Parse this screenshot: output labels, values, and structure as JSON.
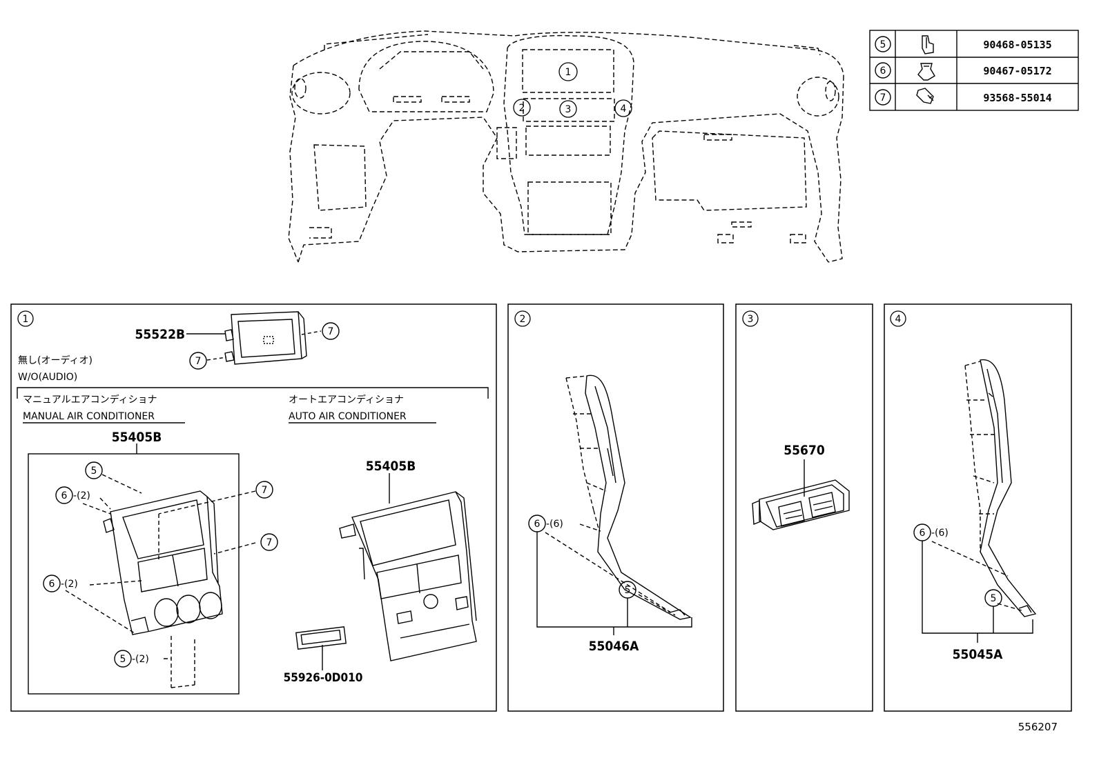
{
  "callouts": {
    "c1": "1",
    "c2": "2",
    "c3": "3",
    "c4": "4",
    "c5": "5",
    "c6": "6",
    "c7": "7"
  },
  "fastener_table": [
    {
      "ref": "5",
      "part": "90468-05135",
      "icon": "clip-icon"
    },
    {
      "ref": "6",
      "part": "90467-05172",
      "icon": "push-clip-icon"
    },
    {
      "ref": "7",
      "part": "93568-55014",
      "icon": "screw-icon"
    }
  ],
  "panel1": {
    "part_display": "55522B",
    "wo_audio_jp": "無し(オーディオ)",
    "wo_audio_en": "W/O(AUDIO)",
    "manual_jp": "マニュアルエアコンディショナ",
    "manual_en": "MANUAL AIR CONDITIONER",
    "auto_jp": "オートエアコンディショナ",
    "auto_en": "AUTO AIR CONDITIONER",
    "part_manual": "55405B",
    "part_auto": "55405B",
    "part_label": "55926-0D010",
    "qty2": "-(2)"
  },
  "panel2": {
    "part": "55046A",
    "qty": "-(6)"
  },
  "panel3": {
    "part": "55670"
  },
  "panel4": {
    "part": "55045A",
    "qty": "-(6)"
  },
  "figure_number": "556207",
  "colors": {
    "line": "#000000",
    "background": "#ffffff"
  }
}
